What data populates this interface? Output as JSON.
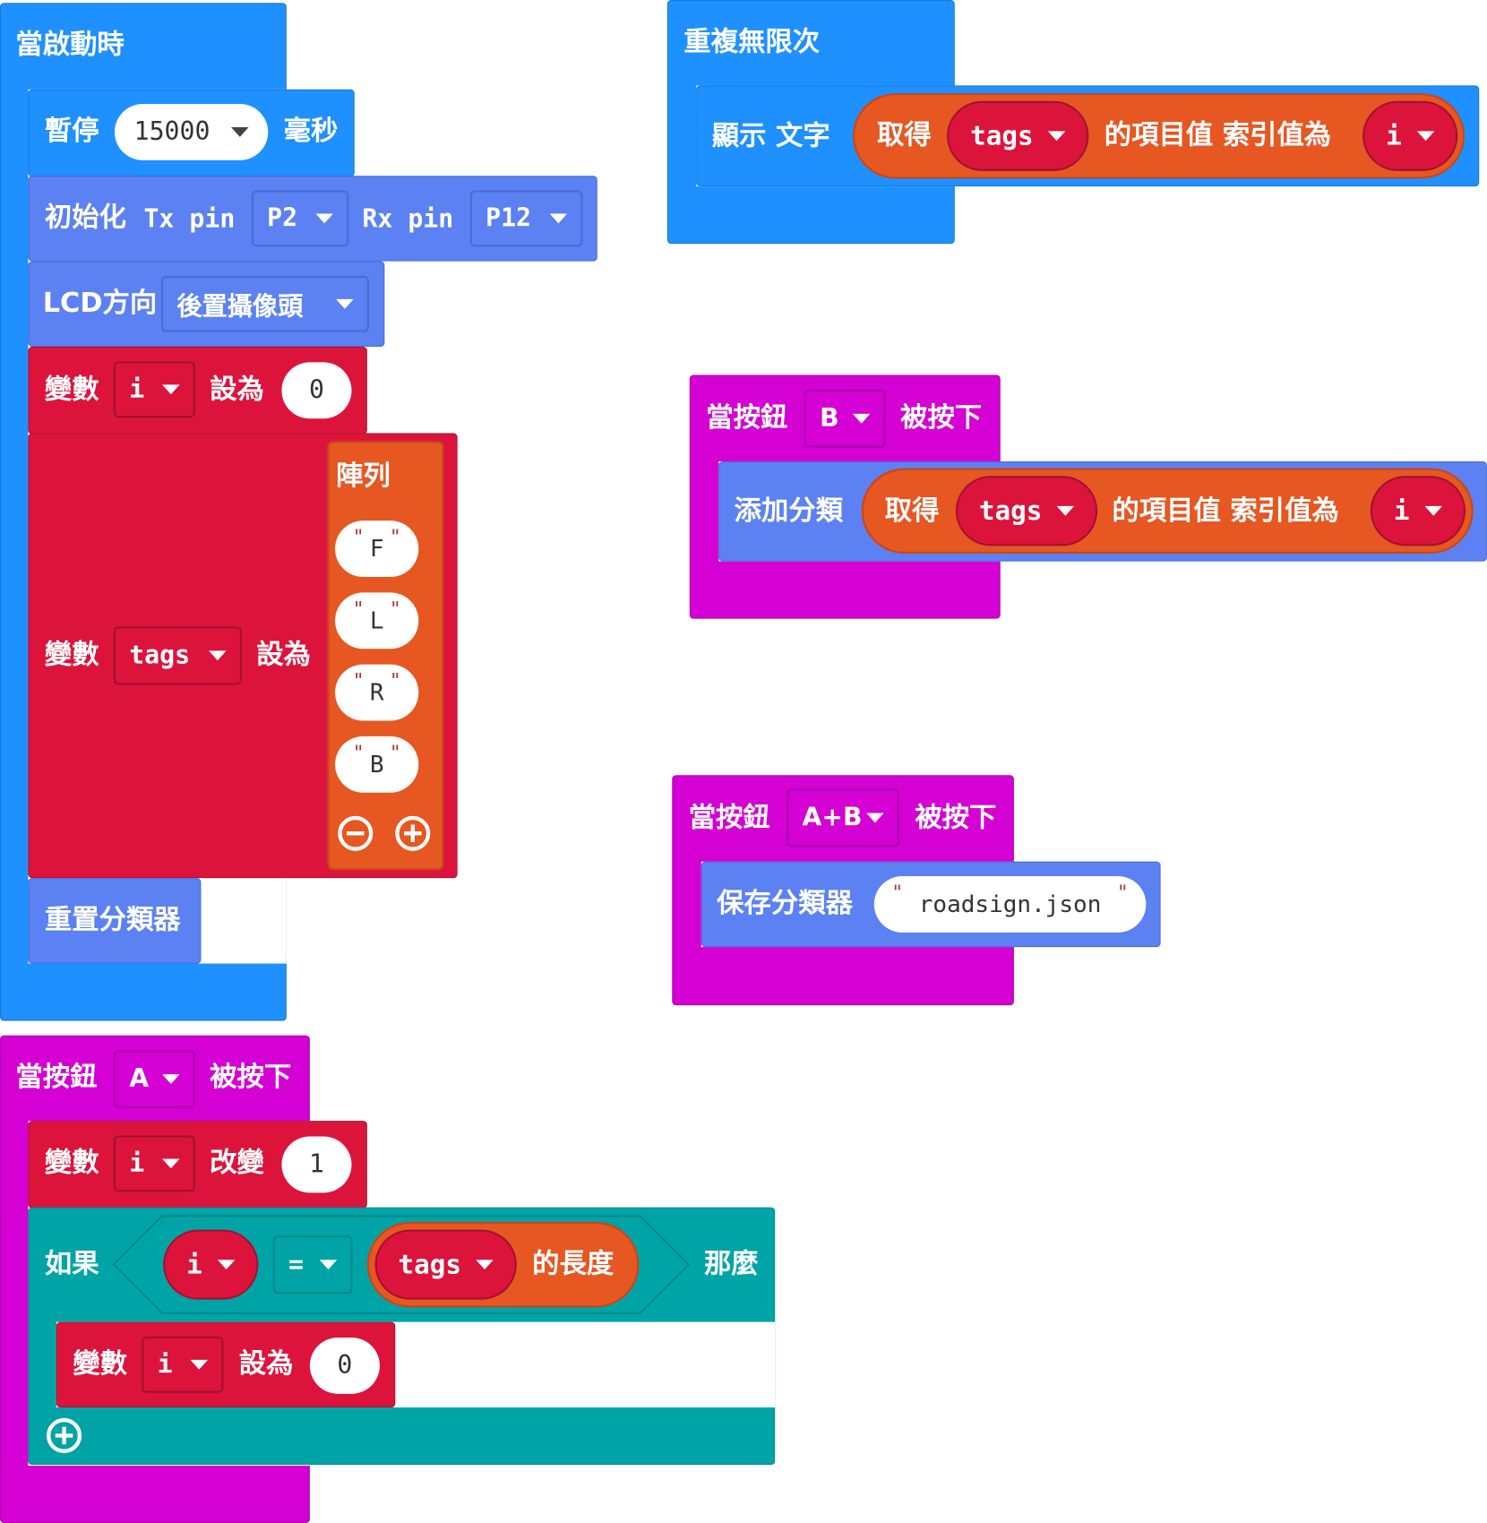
{
  "workspace": {
    "on_start": {
      "hat": "當啟動時",
      "pause": {
        "label": "暫停",
        "value": "15000",
        "unit": "毫秒"
      },
      "init": {
        "label": "初始化",
        "tx_label": "Tx pin",
        "tx_value": "P2",
        "rx_label": "Rx pin",
        "rx_value": "P12"
      },
      "lcd": {
        "label": "LCD方向",
        "value": "後置攝像頭"
      },
      "set_i": {
        "label": "變數",
        "var": "i",
        "op": "設為",
        "value": "0"
      },
      "set_tags": {
        "label": "變數",
        "var": "tags",
        "op": "設為",
        "array_label": "陣列",
        "items": [
          "F",
          "L",
          "R",
          "B"
        ]
      },
      "reset": {
        "label": "重置分類器"
      }
    },
    "forever": {
      "hat": "重複無限次",
      "show": {
        "label": "顯示 文字",
        "get": "取得",
        "list": "tags",
        "mid": "的項目值 索引值為",
        "index": "i"
      }
    },
    "on_button_b": {
      "hat_prefix": "當按鈕",
      "button": "B",
      "hat_suffix": "被按下",
      "add": {
        "label": "添加分類",
        "get": "取得",
        "list": "tags",
        "mid": "的項目值 索引值為",
        "index": "i"
      }
    },
    "on_button_ab": {
      "hat_prefix": "當按鈕",
      "button": "A+B",
      "hat_suffix": "被按下",
      "save": {
        "label": "保存分類器",
        "file": "roadsign.json"
      }
    },
    "on_button_a": {
      "hat_prefix": "當按鈕",
      "button": "A",
      "hat_suffix": "被按下",
      "change": {
        "label": "變數",
        "var": "i",
        "op": "改變",
        "value": "1"
      },
      "if": {
        "label": "如果",
        "left": "i",
        "cmp": "=",
        "list": "tags",
        "length": "的長度",
        "then": "那麼"
      },
      "inner_set": {
        "label": "變數",
        "var": "i",
        "op": "設為",
        "value": "0"
      }
    }
  },
  "colors": {
    "basic": "#1e90ff",
    "event": "#d400d4",
    "variables": "#dc143c",
    "arrays": "#e65722",
    "logic": "#00a4a6",
    "ai": "#5c81f2"
  }
}
